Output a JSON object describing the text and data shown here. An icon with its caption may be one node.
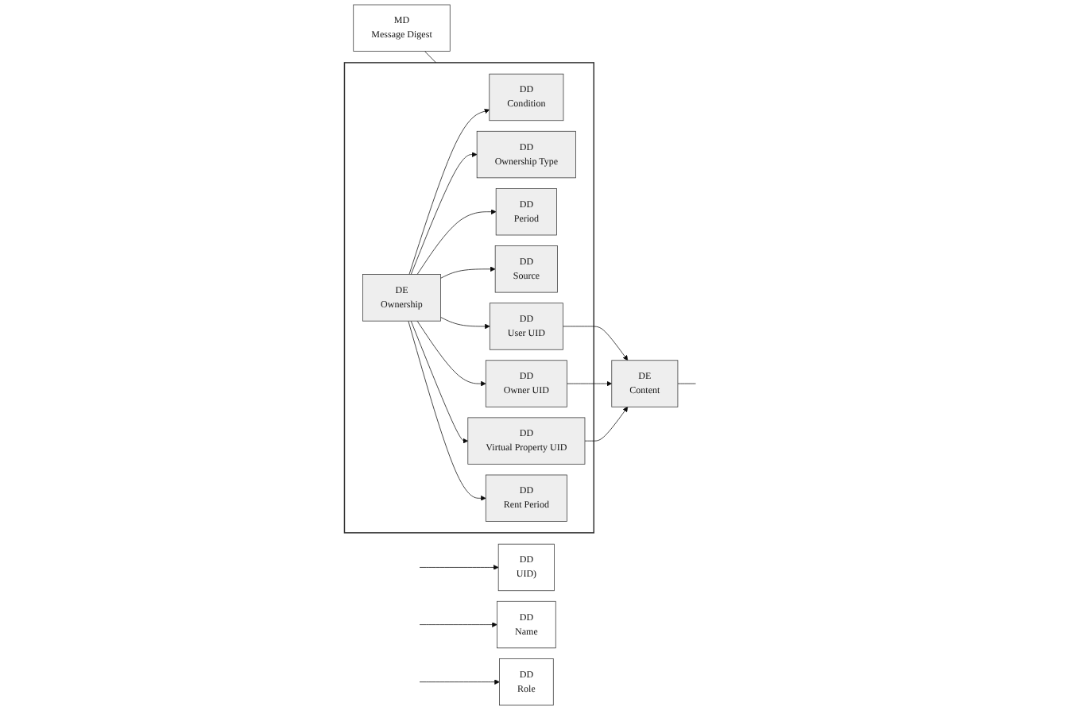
{
  "diagram": {
    "nodes": [
      {
        "text": [],
        "shape": "box"
      },
      {
        "text": [
          "DD",
          "Condition"
        ],
        "in": 0
      },
      {
        "text": [
          "DD",
          "Ownership Type"
        ],
        "in": 0
      },
      {
        "text": [
          "DD",
          "Period"
        ],
        "in": 0
      },
      {
        "text": [
          "DD",
          "Source"
        ],
        "in": 0
      },
      {
        "text": [
          "DE",
          "Ownership"
        ],
        "in": 0
      },
      {
        "text": [
          "DD",
          "Virtual Property UID"
        ],
        "in": 0
      },
      {
        "text": [
          "DD",
          "Owner UID"
        ],
        "in": 0
      },
      {
        "text": [
          "DD",
          "User UID"
        ],
        "in": 0
      },
      {
        "text": [
          "DD",
          "Rent Period"
        ],
        "in": 0
      },
      {
        "text": [
          "DE",
          "Content"
        ]
      },
      {
        "text": [
          "DD",
          "UID)"
        ]
      },
      {
        "text": [
          "DD",
          "Name"
        ]
      },
      {
        "text": [
          "DD",
          "Role"
        ]
      },
      {
        "text": [
          "MD",
          "Message Digest"
        ]
      }
    ],
    "edges": [
      {
        "from": 5,
        "to": 1,
        "arrow": "to"
      },
      {
        "from": 5,
        "to": 2,
        "arrow": "to"
      },
      {
        "from": 5,
        "to": 3,
        "arrow": "to"
      },
      {
        "from": 5,
        "to": 4,
        "arrow": "to"
      },
      {
        "from": 5,
        "to": 6,
        "arrow": "to"
      },
      {
        "from": 5,
        "to": 7,
        "arrow": "to"
      },
      {
        "from": 5,
        "to": 8,
        "arrow": "to"
      },
      {
        "from": 5,
        "to": 9,
        "arrow": "to"
      },
      {
        "from": 6,
        "to": 10,
        "arrow": "to"
      },
      {
        "from": 7,
        "to": 10,
        "arrow": "to"
      },
      {
        "from": 8,
        "to": 10,
        "arrow": "to"
      },
      {
        "from": 10,
        "to": null,
        "arrow": "none"
      },
      {
        "from": null,
        "to": 11,
        "arrow": "to"
      },
      {
        "from": null,
        "to": 12,
        "arrow": "to"
      },
      {
        "from": null,
        "to": 13,
        "arrow": "to"
      },
      {
        "from": 14,
        "to": 0,
        "arrow": "none"
      }
    ]
  }
}
